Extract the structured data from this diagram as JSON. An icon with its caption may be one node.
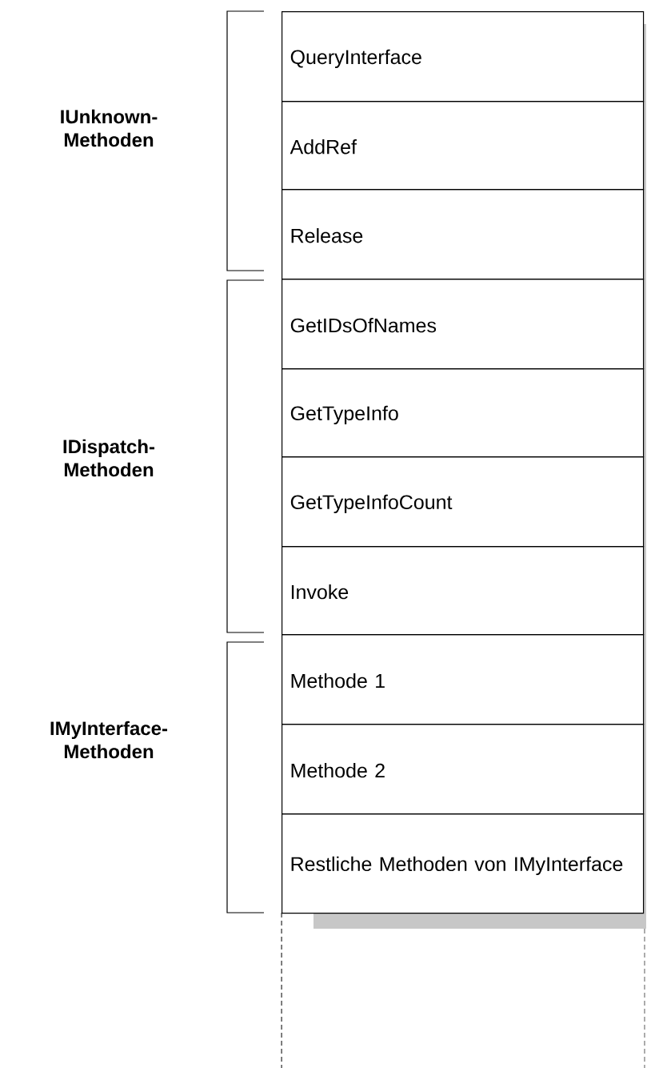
{
  "diagram": {
    "nodes": [
      {
        "text": [
          "QueryInterface"
        ]
      },
      {
        "text": [
          "AddRef"
        ]
      },
      {
        "text": [
          "Release"
        ]
      },
      {
        "text": [
          "GetIDsOfNames"
        ]
      },
      {
        "text": [
          "GetTypeInfo"
        ]
      },
      {
        "text": [
          "GetTypeInfoCount"
        ]
      },
      {
        "text": [
          "Invoke"
        ]
      },
      {
        "text": [
          "Methode 1"
        ]
      },
      {
        "text": [
          "Methode 2"
        ]
      },
      {
        "text": [
          "Restliche Methoden von IMyInterface"
        ]
      }
    ],
    "labels": [
      "IUnknown- Methoden",
      "IDispatch- Methoden",
      "IMyInterface- Methoden"
    ]
  }
}
